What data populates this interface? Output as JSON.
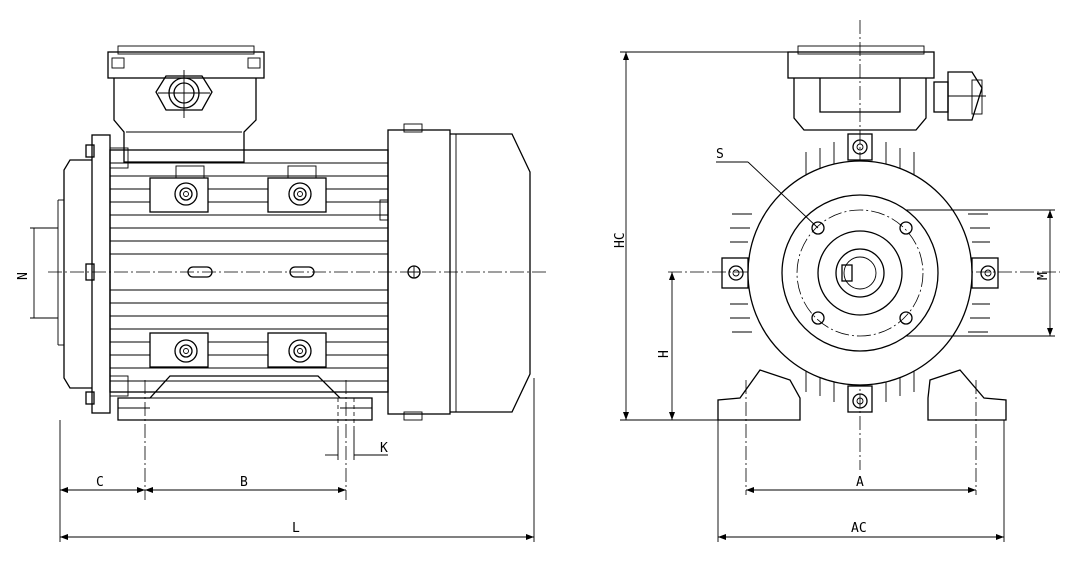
{
  "labels": {
    "C": "C",
    "B": "B",
    "L": "L",
    "K": "K",
    "N": "N",
    "HC": "HC",
    "H": "H",
    "S": "S",
    "M": "M",
    "A": "A",
    "AC": "AC"
  }
}
